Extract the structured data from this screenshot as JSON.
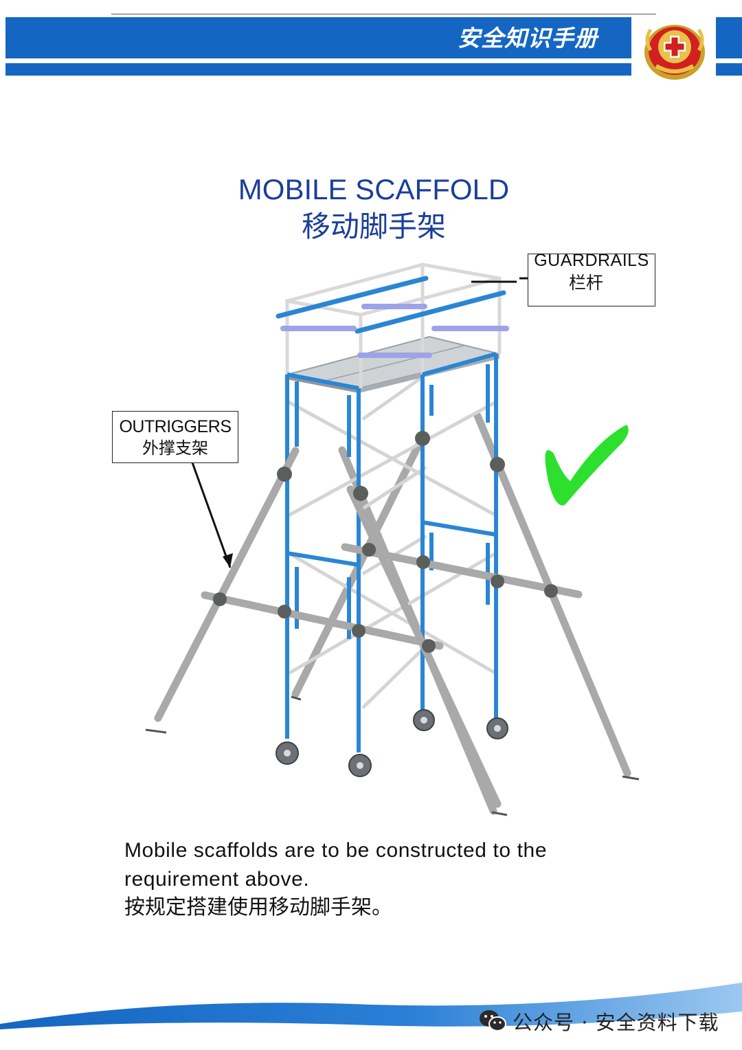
{
  "header": {
    "title": "安全知识手册",
    "brand_color": "#1466c2"
  },
  "title": {
    "en": "MOBILE SCAFFOLD",
    "zh": "移动脚手架",
    "color": "#1a3e9a"
  },
  "callouts": {
    "guardrails_en": "GUARDRAILS",
    "guardrails_zh": "栏杆",
    "outriggers_en": "OUTRIGGERS",
    "outriggers_zh": "外撑支架"
  },
  "figure": {
    "frame_color": "#2a86d4",
    "outrigger_color": "#a9a9a9",
    "check_color": "#2de02d",
    "check_icon": "checkmark-icon"
  },
  "caption": {
    "line1": "Mobile scaffolds are to be constructed to the",
    "line2": "requirement above.",
    "line3": "按规定搭建使用移动脚手架。"
  },
  "footer": {
    "watermark": "公众号 · 安全资料下载",
    "icon": "wechat-icon"
  }
}
